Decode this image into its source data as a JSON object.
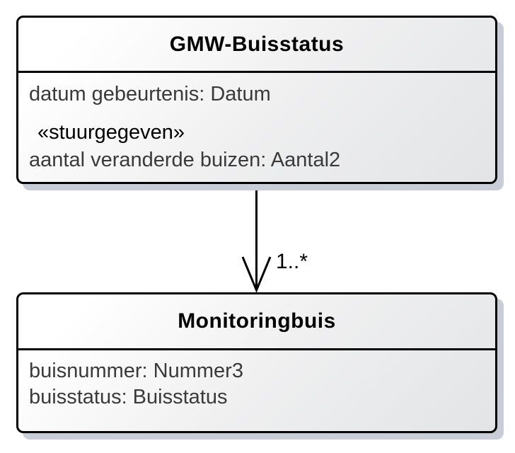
{
  "diagram": {
    "type": "uml-class-diagram",
    "classes": [
      {
        "name": "GMW-Buisstatus",
        "attributes": [
          "datum gebeurtenis: Datum",
          "«stuurgegeven»",
          "aantal veranderde buizen: Aantal2"
        ]
      },
      {
        "name": "Monitoringbuis",
        "attributes": [
          "buisnummer: Nummer3",
          "buisstatus: Buisstatus"
        ]
      }
    ],
    "connector": {
      "from": "GMW-Buisstatus",
      "to": "Monitoringbuis",
      "multiplicity": "1..*",
      "arrow_style": "open-arrowhead"
    },
    "colors": {
      "border": "#000000",
      "fill_light": "#ffffff",
      "fill_dark": "#e2e4e6",
      "shadow": "#c9cdd7",
      "attribute_text": "#3a3a3a",
      "title_text": "#000000"
    }
  }
}
